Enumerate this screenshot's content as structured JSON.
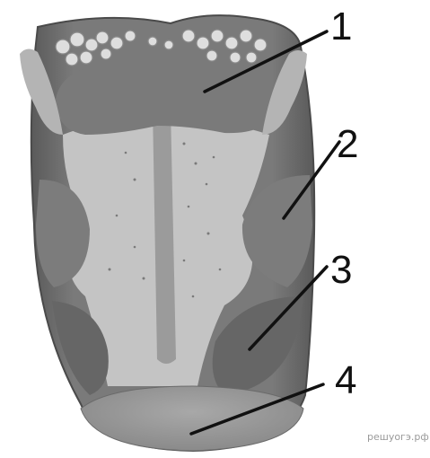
{
  "labels": [
    {
      "id": "1",
      "text": "1"
    },
    {
      "id": "2",
      "text": "2"
    },
    {
      "id": "3",
      "text": "3"
    },
    {
      "id": "4",
      "text": "4"
    }
  ],
  "watermark": "решуогэ.рф",
  "colors": {
    "background": "#ffffff",
    "tongue_base": "#8c8c8c",
    "tongue_light": "#c8c8c8",
    "zone_dark": "#6e6e6e",
    "tip": "#9a9a9a",
    "papillae": "#dcdcdc",
    "line": "#111111"
  }
}
